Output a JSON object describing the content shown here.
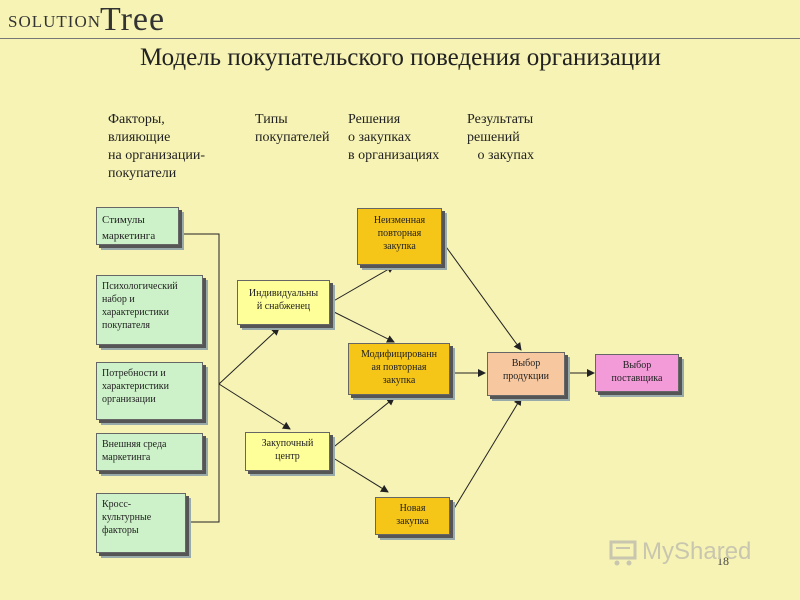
{
  "logo": {
    "word": "SOLUTION",
    "tree": "Tree"
  },
  "title": "Модель покупательского поведения организации",
  "headers": [
    "Факторы,\nвлияющие\nна организации-\nпокупатели",
    "Типы\nпокупателей",
    "Решения\nо закупках\nв организациях",
    "Результаты\nрешений\n   о закупах"
  ],
  "factors": [
    "Стимулы\nмаркетинга",
    "Психологический\nнабор и\nхарактеристики\nпокупателя",
    "Потребности и\nхарактеристики\nорганизации",
    "Внешняя среда\nмаркетинга",
    "Кросс-\nкультурные\nфакторы"
  ],
  "buyer_types": [
    "Индивидуальны\nй снабженец",
    "Закупочный\nцентр"
  ],
  "decisions": [
    "Неизменная\nповторная\nзакупка",
    "Модифицированн\nая повторная\nзакупка",
    "Новая\nзакупка"
  ],
  "results": [
    "Выбор\nпродукции",
    "Выбор\nпоставщика"
  ],
  "page_number": "18",
  "watermark": "MyShared",
  "colors": {
    "background": "#f6f3b4",
    "factor_box": "#cdf2c9",
    "buyer_box": "#ffff99",
    "decision_box": "#f5c518",
    "product_box": "#f7c8a0",
    "supplier_box": "#f39ad9"
  }
}
